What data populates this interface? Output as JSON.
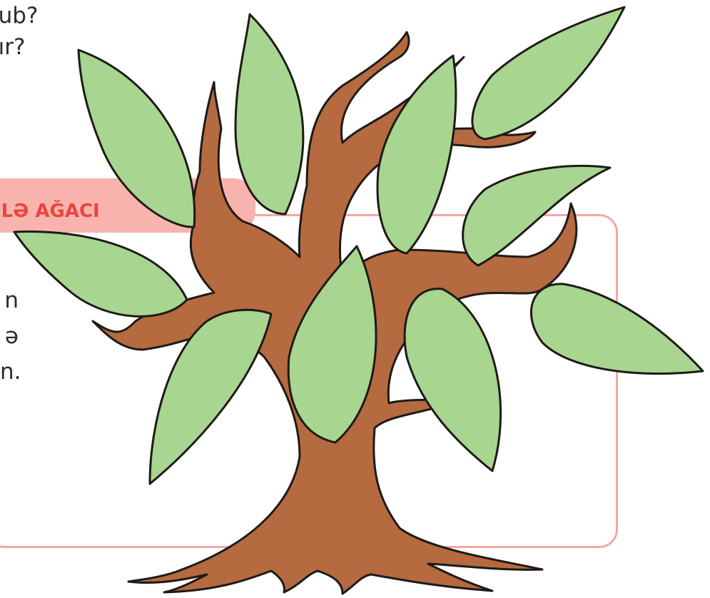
{
  "top_lines": [
    "nub?",
    "nır?"
  ],
  "section": {
    "title": "İLƏ AĞACI"
  },
  "side_lines": [
    "n",
    "ə",
    "n."
  ],
  "colors": {
    "leaf": "#a8d58f",
    "trunk": "#b56a3f",
    "frame": "#f5a7a3",
    "title": "#e9453c"
  }
}
